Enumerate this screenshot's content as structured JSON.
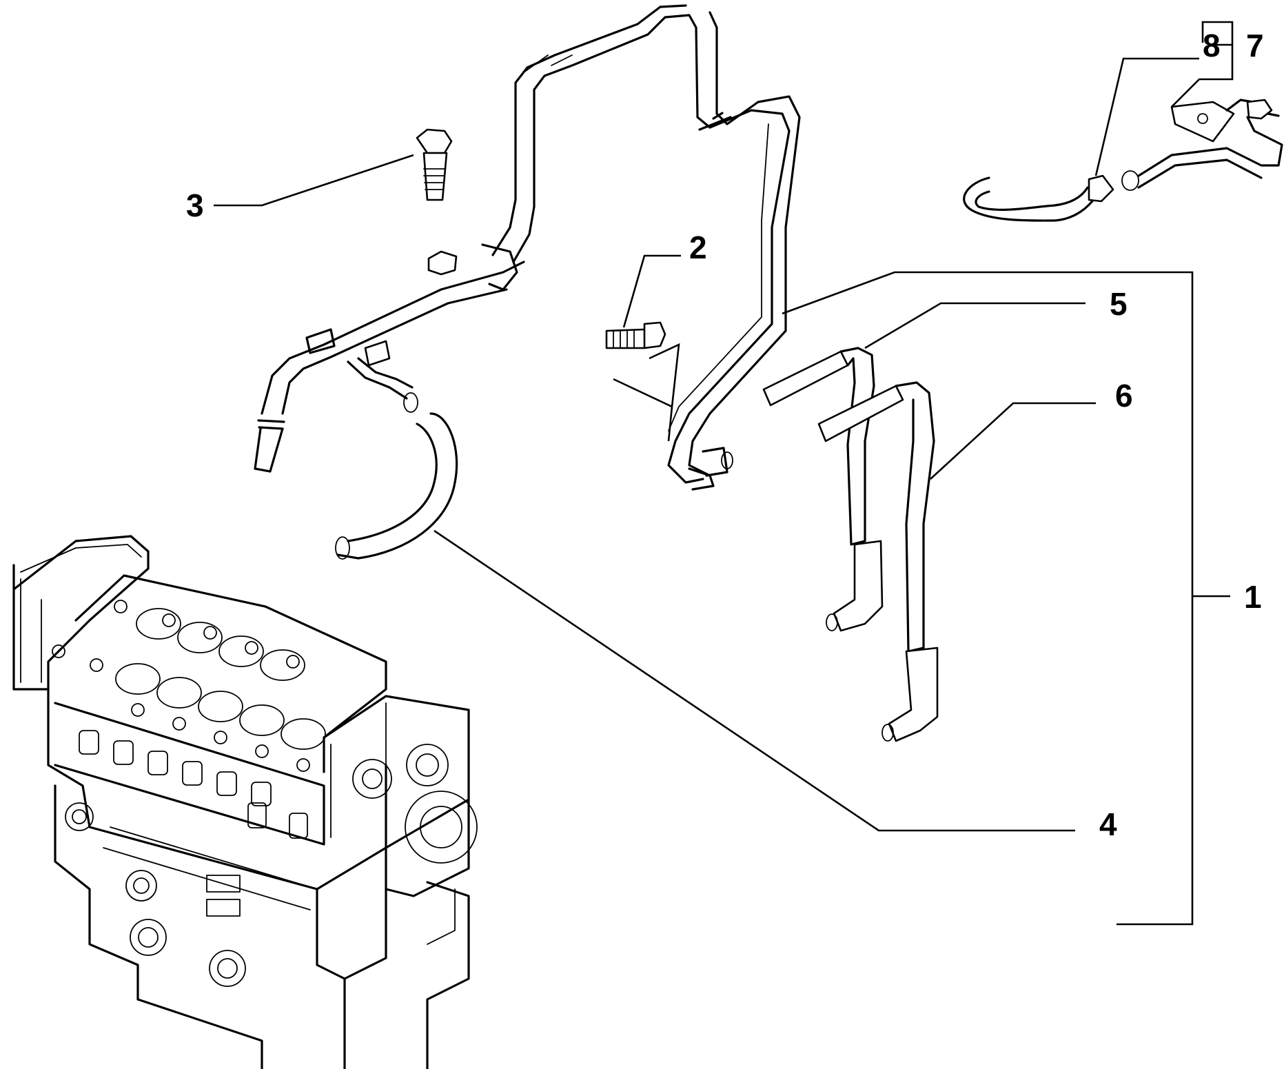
{
  "callouts": {
    "c1": "1",
    "c2": "2",
    "c3": "3",
    "c4": "4",
    "c5": "5",
    "c6": "6",
    "c7": "7",
    "c8": "8"
  },
  "colors": {
    "line": "#000000",
    "background": "#ffffff"
  }
}
